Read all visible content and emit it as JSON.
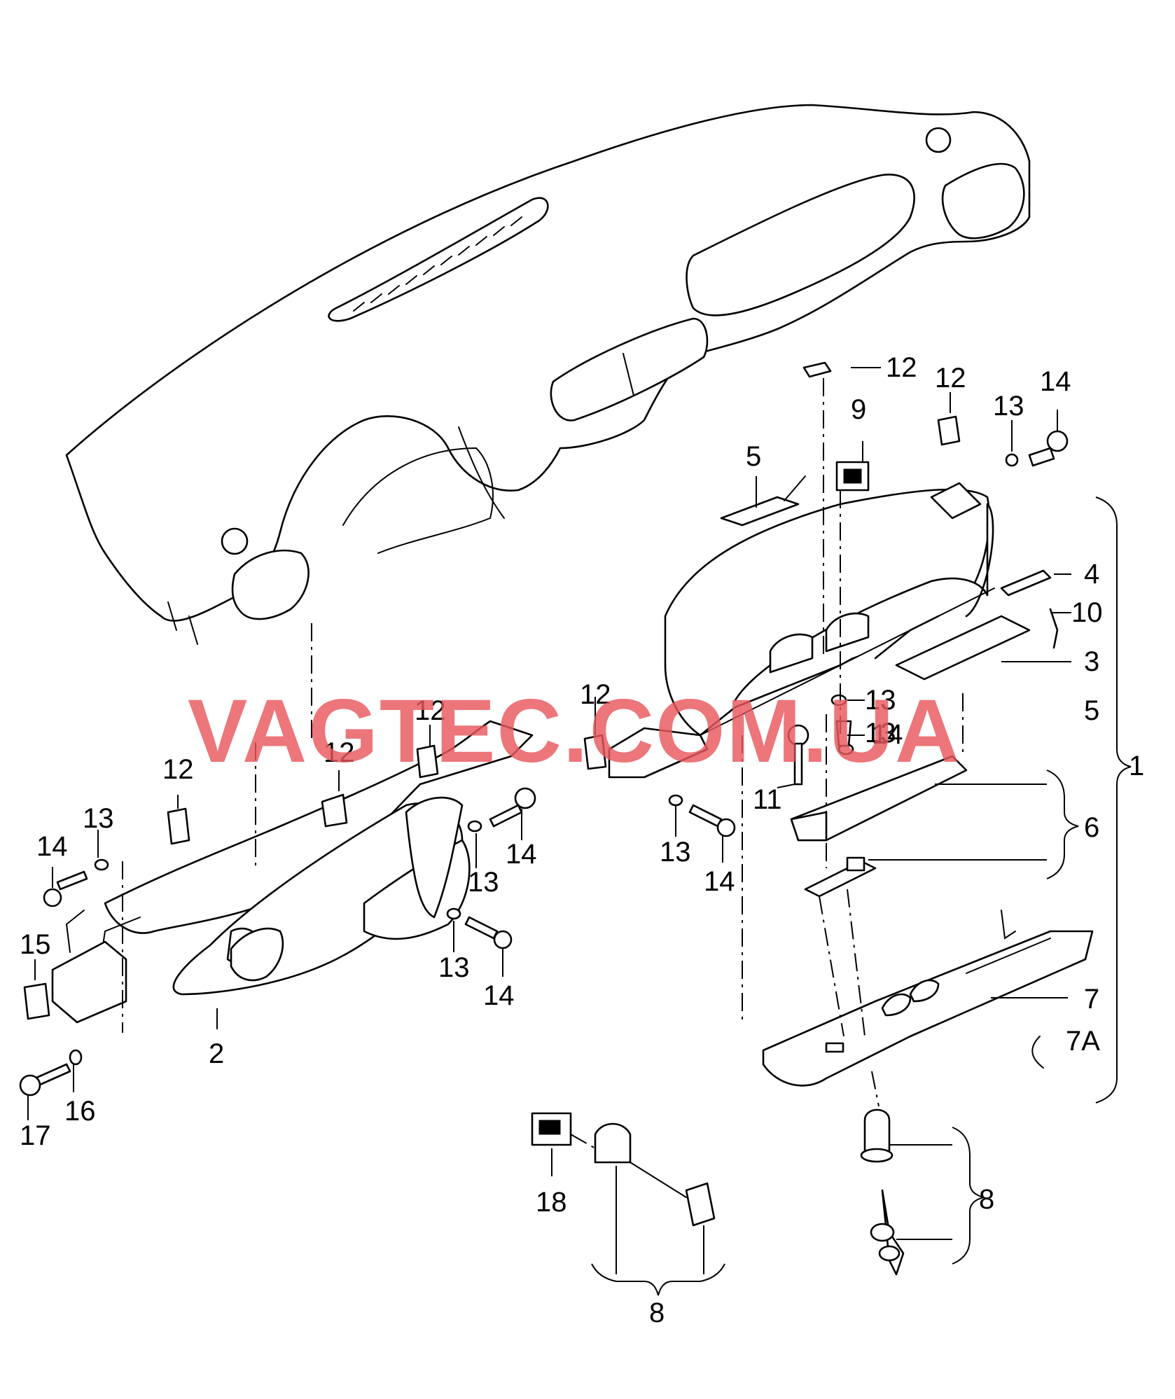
{
  "watermark": "VAGTEC.COM.UA",
  "callouts": {
    "c1": "1",
    "c2": "2",
    "c3": "3",
    "c4": "4",
    "c5a": "5",
    "c5b": "5",
    "c6": "6",
    "c7": "7",
    "c7a": "7A",
    "c8a": "8",
    "c8b": "8",
    "c9": "9",
    "c10": "10",
    "c11": "11",
    "c12a": "12",
    "c12b": "12",
    "c12c": "12",
    "c12d": "12",
    "c12e": "12",
    "c12f": "12",
    "c13a": "13",
    "c13b": "13",
    "c13c": "13",
    "c13d": "13",
    "c13e": "13",
    "c13f": "13",
    "c13g": "13",
    "c14a": "14",
    "c14b": "14",
    "c14c": "14",
    "c14d": "14",
    "c14e": "14",
    "c14f": "14",
    "c15": "15",
    "c16": "16",
    "c17": "17",
    "c18": "18"
  }
}
